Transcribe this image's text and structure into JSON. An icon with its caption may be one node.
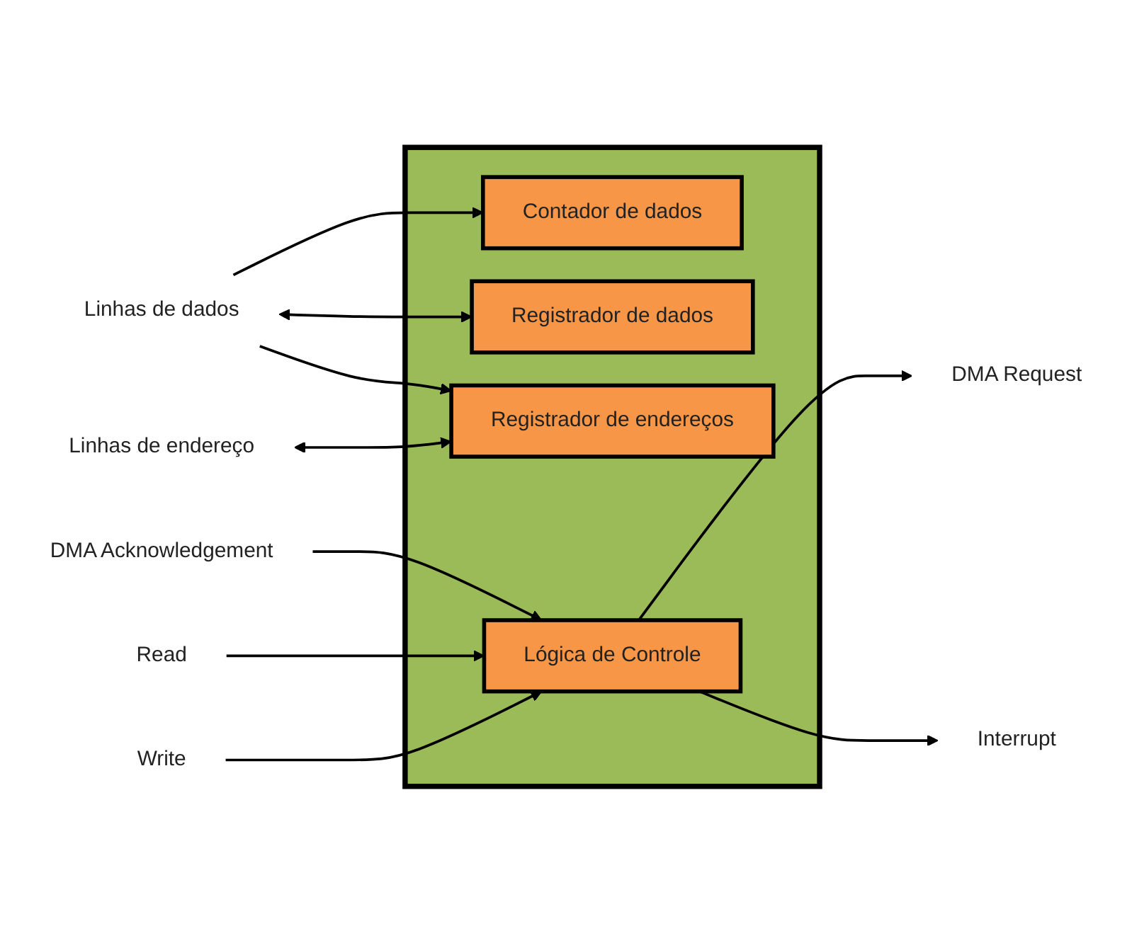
{
  "diagram": {
    "nodes": [
      {
        "text": [],
        "shape": "box"
      },
      {
        "text": [
          "Contador de dados"
        ],
        "in": 0
      },
      {
        "text": [
          "Linhas de dados"
        ]
      },
      {
        "text": [
          "Registrador de dados"
        ],
        "in": 0
      },
      {
        "text": [
          "Registrador de endereços"
        ],
        "in": 0
      },
      {
        "text": [
          "Linhas de endereço"
        ]
      },
      {
        "text": [
          "DMA Request"
        ]
      },
      {
        "text": [
          "Lógica de Controle"
        ],
        "in": 0
      },
      {
        "text": [
          "DMA Acknowledgement"
        ]
      },
      {
        "text": [
          "Interrupt"
        ]
      },
      {
        "text": [
          "Read"
        ]
      },
      {
        "text": [
          "Write"
        ]
      }
    ],
    "edges": [
      {
        "from": 2,
        "to": 1,
        "arrow": "to"
      },
      {
        "from": 2,
        "to": 3,
        "arrow": "both"
      },
      {
        "from": 2,
        "to": 4,
        "arrow": "to"
      },
      {
        "from": 5,
        "to": 4,
        "arrow": "both"
      },
      {
        "from": 7,
        "to": 6,
        "arrow": "to"
      },
      {
        "from": 8,
        "to": 7,
        "arrow": "to"
      },
      {
        "from": 7,
        "to": 9,
        "arrow": "to"
      },
      {
        "from": 10,
        "to": 7,
        "arrow": "to"
      },
      {
        "from": 11,
        "to": 7,
        "arrow": "to"
      }
    ]
  }
}
